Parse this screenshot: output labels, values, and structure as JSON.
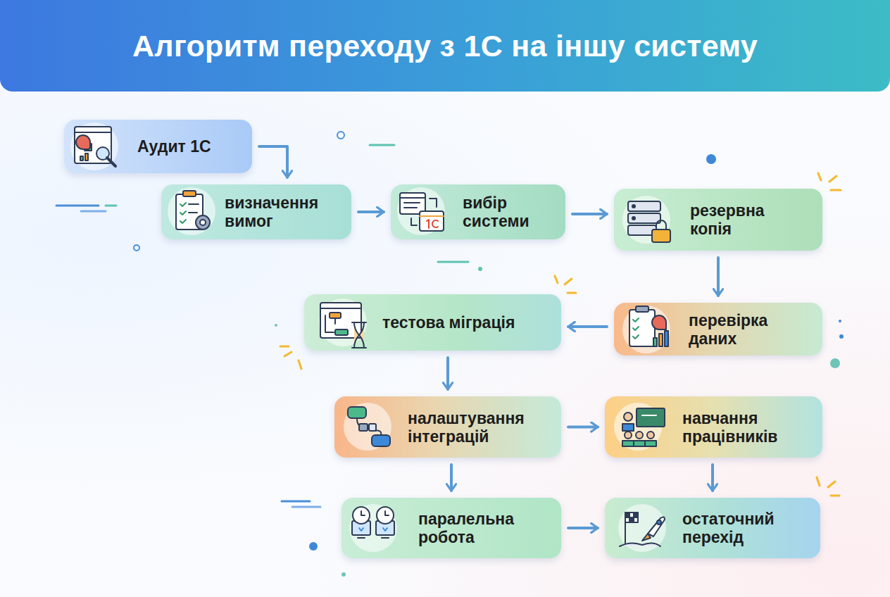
{
  "diagram": {
    "title": "Алгоритм переходу з 1С на іншу систему",
    "nodes": [
      {
        "text": [
          "Аудит 1С"
        ]
      },
      {
        "text": [
          "визначення вимог"
        ]
      },
      {
        "text": [
          "вибір системи"
        ]
      },
      {
        "text": [
          "резервна копія"
        ]
      },
      {
        "text": [
          "перевірка даних"
        ]
      },
      {
        "text": [
          "тестова міграція"
        ]
      },
      {
        "text": [
          "налаштування інтеграцій"
        ]
      },
      {
        "text": [
          "навчання працівників"
        ]
      },
      {
        "text": [
          "паралельна робота"
        ]
      },
      {
        "text": [
          "остаточний перехід"
        ]
      }
    ],
    "edges": [
      {
        "from": 0,
        "to": 1,
        "arrow": "to"
      },
      {
        "from": 1,
        "to": 2,
        "arrow": "to"
      },
      {
        "from": 2,
        "to": 3,
        "arrow": "to"
      },
      {
        "from": 3,
        "to": 4,
        "arrow": "to"
      },
      {
        "from": 4,
        "to": 5,
        "arrow": "to"
      },
      {
        "from": 5,
        "to": 6,
        "arrow": "to"
      },
      {
        "from": 6,
        "to": 7,
        "arrow": "to"
      },
      {
        "from": 6,
        "to": 8,
        "arrow": "to"
      },
      {
        "from": 7,
        "to": 9,
        "arrow": "to"
      },
      {
        "from": 8,
        "to": 9,
        "arrow": "to"
      }
    ]
  }
}
